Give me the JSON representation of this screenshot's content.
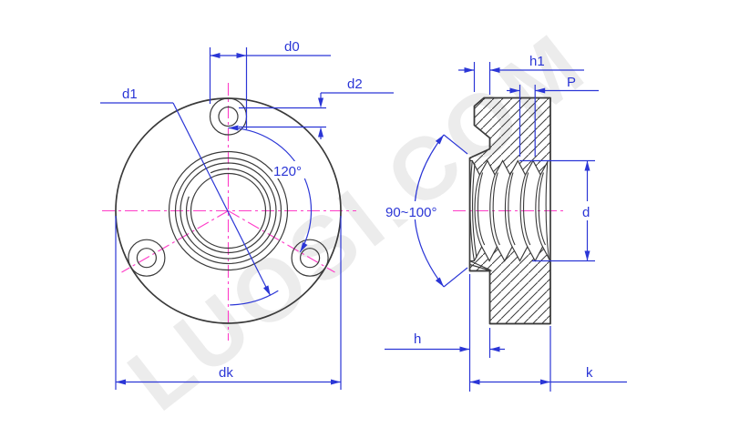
{
  "watermark": {
    "text": "LUOSI.COM"
  },
  "colors": {
    "dimension_blue": "#2b36d6",
    "centerline_magenta": "#ff3cc8",
    "outline_ink": "#3a3a3a",
    "watermark_gray": "#ececec",
    "background": "#ffffff"
  },
  "front_view": {
    "labels": {
      "d0": "d0",
      "d2": "d2",
      "d1": "d1",
      "spacing_angle": "120°",
      "dk": "dk"
    }
  },
  "side_view": {
    "labels": {
      "h1": "h1",
      "pitch": "P",
      "weld_angle": "90~100°",
      "d": "d",
      "h": "h",
      "k": "k"
    }
  }
}
